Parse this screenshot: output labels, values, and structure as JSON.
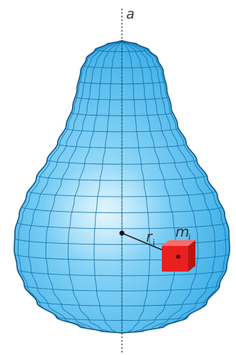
{
  "diagram": {
    "axis_label": "a",
    "radius_label": "r",
    "radius_subscript": "i",
    "mass_label": "m",
    "mass_subscript": "i"
  },
  "colors": {
    "body_fill": "#3fb5ea",
    "body_light": "#8fd7f6",
    "body_outline": "#0b4f7a",
    "grid": "#0f6aa3",
    "axis": "#333333",
    "radius_line": "#222222",
    "cube_front": "#e41f1f",
    "cube_top": "#ff5a5a",
    "cube_side": "#b81414"
  }
}
